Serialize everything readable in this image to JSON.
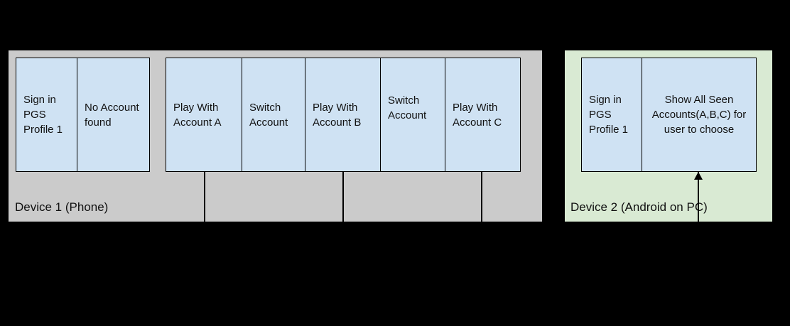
{
  "colors": {
    "canvas_bg": "#000000",
    "device1_fill": "#cbcbcb",
    "device2_fill": "#d9ead3",
    "box_fill": "#cfe2f3",
    "box_border": "#000000",
    "line": "#000000",
    "text": "#111111"
  },
  "device1": {
    "label": "Device 1 (Phone)",
    "boxes": [
      {
        "label": "Sign in PGS Profile 1"
      },
      {
        "label": "No Account found"
      },
      {
        "label": "Play With Account A"
      },
      {
        "label": "Switch Account"
      },
      {
        "label": "Play With Account B"
      },
      {
        "label": "Switch Account"
      },
      {
        "label": "Play With Account C"
      }
    ]
  },
  "device2": {
    "label": "Device 2 (Android on PC)",
    "boxes": [
      {
        "label": "Sign in PGS Profile 1"
      },
      {
        "label": "Show All Seen Accounts(A,B,C) for user to choose"
      }
    ]
  }
}
